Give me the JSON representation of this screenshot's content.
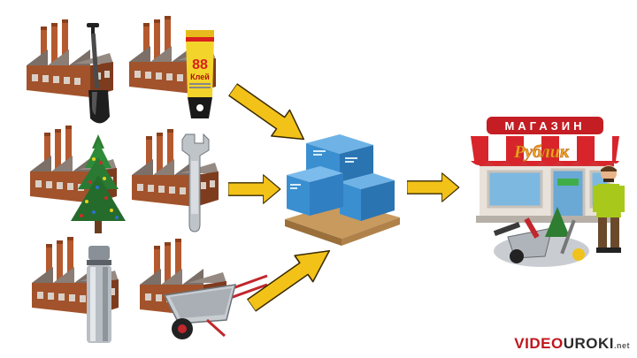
{
  "glue_label": {
    "number": "88",
    "word": "Клей"
  },
  "shop": {
    "sign": "МАГАЗИН",
    "name": "Рублик"
  },
  "logo": {
    "prefix": "VIDEO",
    "rest": "UROKI",
    "suffix": ".net"
  },
  "colors": {
    "brick": "#a0522d",
    "roof": "#7a6e66",
    "arrow": "#f2c218",
    "box": "#3a8fd0",
    "awning_red": "#d8242b"
  },
  "icons": [
    "factory-icon",
    "shovel-icon",
    "glue-tube-icon",
    "christmas-tree-icon",
    "wrench-icon",
    "thermos-icon",
    "wheelbarrow-icon",
    "warehouse-pallet-icon",
    "shop-icon",
    "shopper-icon",
    "tools-pile-icon",
    "arrow-icon"
  ]
}
